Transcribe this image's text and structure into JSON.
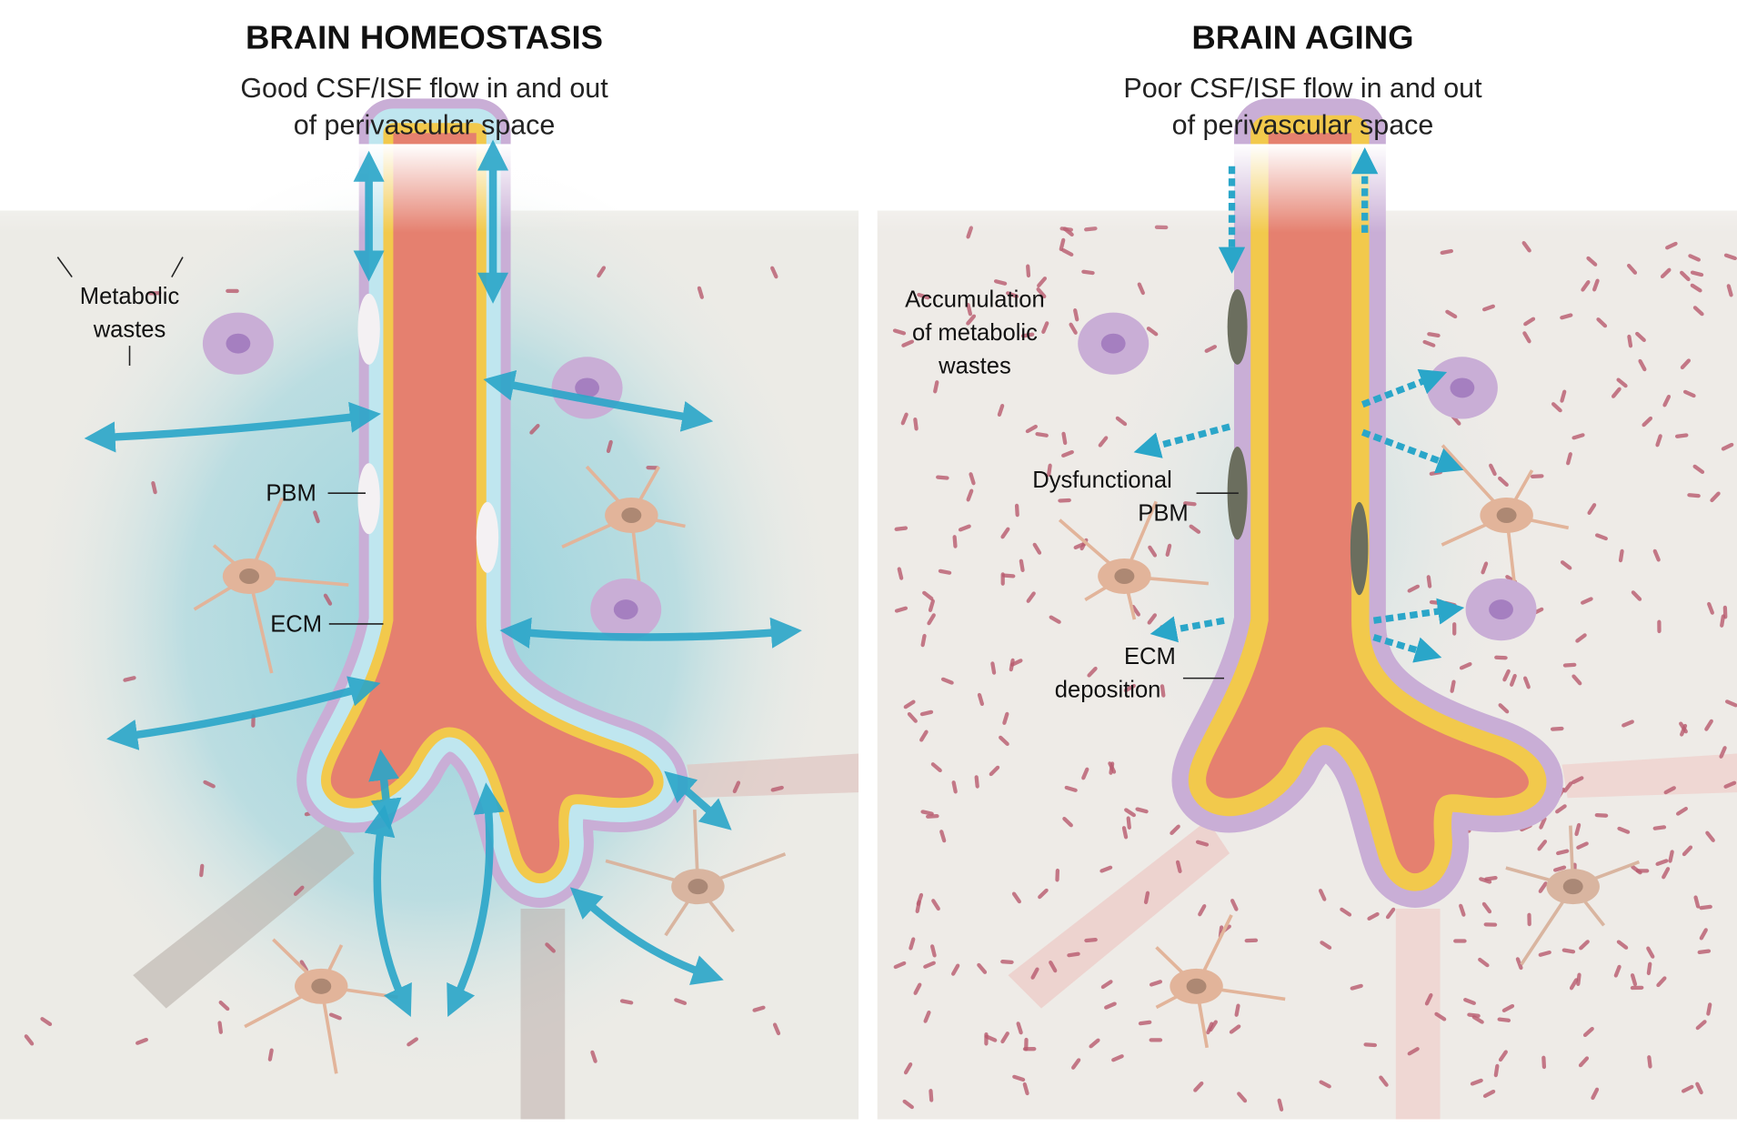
{
  "left_panel": {
    "title": "BRAIN HOMEOSTASIS",
    "subtitle_line1": "Good CSF/ISF flow in and out",
    "subtitle_line2": "of perivascular space",
    "labels": {
      "metabolic_1": "Metabolic",
      "metabolic_2": "wastes",
      "pbm": "PBM",
      "ecm": "ECM"
    }
  },
  "right_panel": {
    "title": "BRAIN AGING",
    "subtitle_line1": "Poor CSF/ISF flow in and out",
    "subtitle_line2": "of perivascular space",
    "labels": {
      "accum_1": "Accumulation",
      "accum_2": "of metabolic",
      "accum_3": "wastes",
      "pbm_1": "Dysfunctional",
      "pbm_2": "PBM",
      "ecm_1": "ECM",
      "ecm_2": "deposition"
    }
  },
  "colors": {
    "flow_arrow": "#2aa6c9",
    "vessel": "#e5806f",
    "ecm_layer": "#f2c94c",
    "perivascular": "#a9dbe8",
    "endfeet": "#c9aed6",
    "waste": "#b85a6e"
  }
}
